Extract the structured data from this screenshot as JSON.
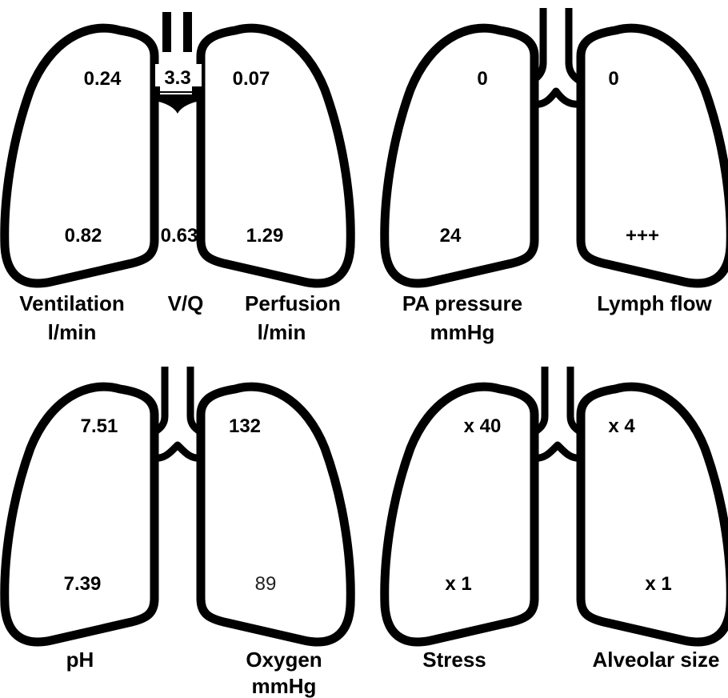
{
  "panel1": {
    "left_top": "0.24",
    "center_top": "3.3",
    "right_top": "0.07",
    "left_bottom": "0.82",
    "center_bottom": "0.63",
    "right_bottom": "1.29",
    "caption_left_1": "Ventilation",
    "caption_left_2": "l/min",
    "caption_center": "V/Q",
    "caption_right_1": "Perfusion",
    "caption_right_2": "l/min"
  },
  "panel2": {
    "left_top": "0",
    "right_top": "0",
    "left_bottom": "24",
    "right_bottom": "+++",
    "caption_left_1": "PA pressure",
    "caption_left_2": "mmHg",
    "caption_right": "Lymph flow"
  },
  "panel3": {
    "left_top": "7.51",
    "right_top": "132",
    "left_bottom": "7.39",
    "right_bottom": "89",
    "caption_left": "pH",
    "caption_right_1": "Oxygen",
    "caption_right_2": "mmHg"
  },
  "panel4": {
    "left_top": "x 40",
    "right_top": "x 4",
    "left_bottom": "x 1",
    "right_bottom": "x 1",
    "caption_left": "Stress",
    "caption_right": "Alveolar size"
  }
}
